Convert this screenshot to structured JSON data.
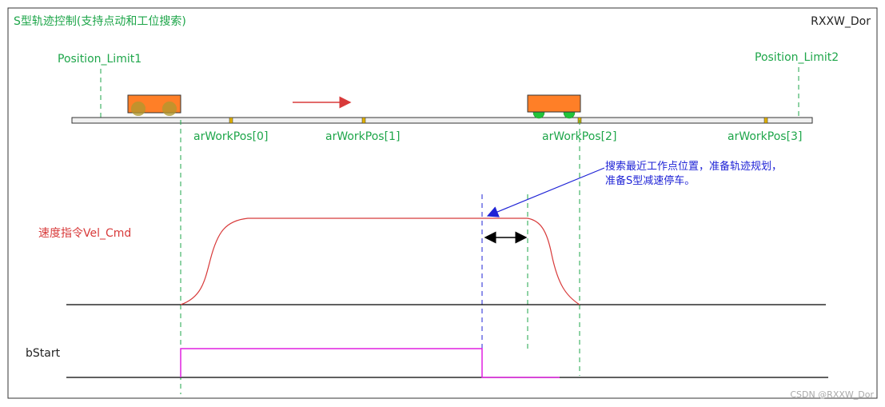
{
  "title": "S型轨迹控制(支持点动和工位搜索)",
  "author": "RXXW_Dor",
  "watermark": "CSDN @RXXW_Dor",
  "limits": [
    "Position_Limit1",
    "Position_Limit2"
  ],
  "work_positions": [
    "arWorkPos[0]",
    "arWorkPos[1]",
    "arWorkPos[2]",
    "arWorkPos[3]"
  ],
  "velocity_label": "速度指令Vel_Cmd",
  "start_label": "bStart",
  "annotation": {
    "line1": "搜索最近工作点位置，准备轨迹规划，",
    "line2": "准备S型减速停车。"
  },
  "colors": {
    "green": "#1ea64a",
    "red": "#d83a3a",
    "blue": "#1f23d6",
    "magenta": "#e020e0",
    "cart": "#ff7f27",
    "wheel": "#22c33a",
    "black": "#000000"
  }
}
